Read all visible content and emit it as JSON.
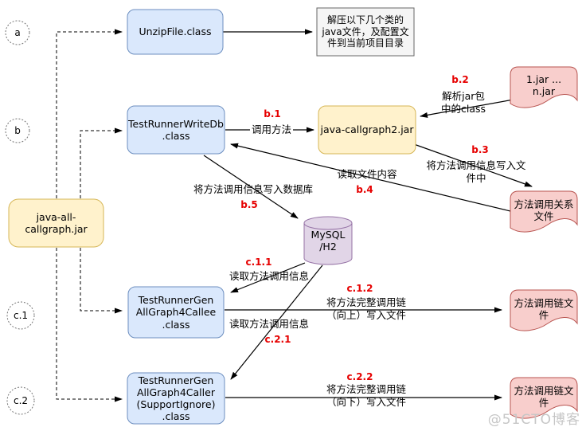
{
  "diagram": {
    "badges": {
      "a": "a",
      "b": "b",
      "c1": "c.1",
      "c2": "c.2"
    },
    "nodes": {
      "unzip_file": "UnzipFile.class",
      "note": "解压以下几个类的\njava文件，及配置文\n件到当前项目目录",
      "test_runner_write_db": "TestRunnerWriteDb\n.class",
      "java_callgraph2": "java-callgraph2.jar",
      "jar_files": "1.jar ...\nn.jar",
      "java_all_callgraph": "java-all-\ncallgraph.jar",
      "database": "MySQL\n/H2",
      "relation_file": "方法调用关系\n文件",
      "gen_callee": "TestRunnerGen\nAllGraph4Callee\n.class",
      "gen_caller": "TestRunnerGen\nAllGraph4Caller\n(SupportIgnore)\n.class",
      "chain_file_up": "方法调用链文\n件",
      "chain_file_down": "方法调用链文\n件"
    },
    "edges": {
      "b1": {
        "tag": "b.1",
        "label": "调用方法"
      },
      "b2": {
        "tag": "b.2",
        "label": "解析jar包\n中的class"
      },
      "b3": {
        "tag": "b.3",
        "label": "将方法调用信息写入文件中"
      },
      "b4": {
        "tag": "b.4",
        "label": "读取文件内容"
      },
      "b5": {
        "tag": "b.5",
        "label": "将方法调用信息写入数据库"
      },
      "c11": {
        "tag": "c.1.1",
        "label": "读取方法调用信息"
      },
      "c12": {
        "tag": "c.1.2",
        "label": "将方法完整调用链\n（向上）写入文件"
      },
      "c21": {
        "tag": "c.2.1",
        "label": "读取方法调用信息"
      },
      "c22": {
        "tag": "c.2.2",
        "label": "将方法完整调用链\n（向下）写入文件"
      }
    },
    "watermark": "@51CTO博客",
    "colors": {
      "class_fill": "#dae8fc",
      "class_stroke": "#6c8ebf",
      "jar_fill": "#fff2cc",
      "jar_stroke": "#d6b656",
      "file_fill": "#f8cecc",
      "file_stroke": "#b85450",
      "db_fill": "#e1d5e7",
      "db_stroke": "#9673a6",
      "note_fill": "#f5f5f5",
      "note_stroke": "#666666",
      "tag_red": "#e60000"
    }
  }
}
